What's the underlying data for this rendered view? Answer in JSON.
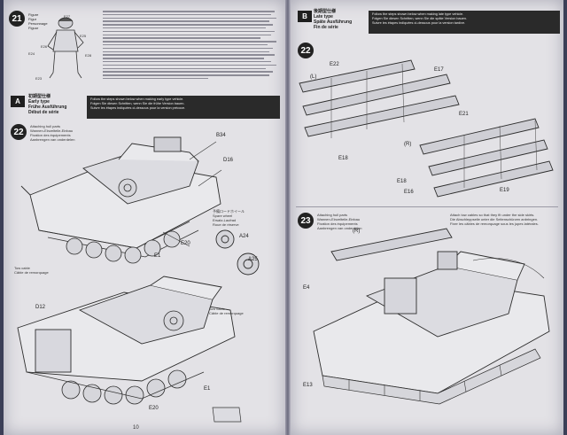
{
  "left_page": {
    "step21": {
      "number": "21",
      "figure_labels": [
        "Figure",
        "Figur",
        "Personnage",
        "Figuur"
      ],
      "part_labels": [
        "E27",
        "E25",
        "E26",
        "E28",
        "E24",
        "E23"
      ]
    },
    "section_a": {
      "letter": "A",
      "japanese_heading": "初期型仕様",
      "titles": [
        "Early type",
        "Frühe Ausführung",
        "Début de série",
        "Vroege uitvoering"
      ],
      "instructions": [
        "Follow the steps shown below when making early type vehicle.",
        "Folgen Sie diesen Schritten, wenn Sie die frühe Version bauen.",
        "Suivre les étapes indiquées ci-dessous pour la version précoce."
      ]
    },
    "step22": {
      "number": "22",
      "titles": [
        "Attaching hull parts",
        "Wannen-Einzelteile-Einbau",
        "Fixation des équipements",
        "Aanbrengen van onderdelen"
      ],
      "part_labels": [
        "B34",
        "D16",
        "E20",
        "E1",
        "A24",
        "A25",
        "D12",
        "E20",
        "E1"
      ],
      "callouts": [
        "Tow cable",
        "Câble de remorquage"
      ],
      "spare_wheel_note": [
        "予備ロードホイール",
        "Spare wheel",
        "Ersatz-Laufrad",
        "Roue de réserve"
      ]
    },
    "page_number": "10"
  },
  "right_page": {
    "section_b": {
      "letter": "B",
      "japanese_heading": "後期型仕様",
      "titles": [
        "Late type",
        "Späte Ausführung",
        "Fin de série",
        "Late uitvoering"
      ],
      "instructions": [
        "Follow the steps shown below when making late type vehicle.",
        "Folgen Sie diesen Schritten, wenn Sie die späte Version bauen.",
        "Suivre les étapes indiquées ci-dessous pour la version tardive."
      ]
    },
    "step22": {
      "number": "22",
      "part_labels": [
        "E22",
        "E17",
        "E18",
        "E21",
        "E18",
        "E19",
        "E16"
      ],
      "side_markers": [
        "(L)",
        "(R)"
      ]
    },
    "step23": {
      "number": "23",
      "titles": [
        "Attaching hull parts",
        "Wannen-Einzelteile-Einbau",
        "Fixation des équipements",
        "Aanbrengen van onderdelen"
      ],
      "part_labels": [
        "E4",
        "E13"
      ],
      "side_markers": [
        "(R)"
      ],
      "note": [
        "Attach tow cables so that they fit under the side skirts.",
        "Die Abschleppseile unter die Seitenschürzen anbringen.",
        "Fixer les câbles de remorquage sous les jupes latérales."
      ]
    }
  }
}
